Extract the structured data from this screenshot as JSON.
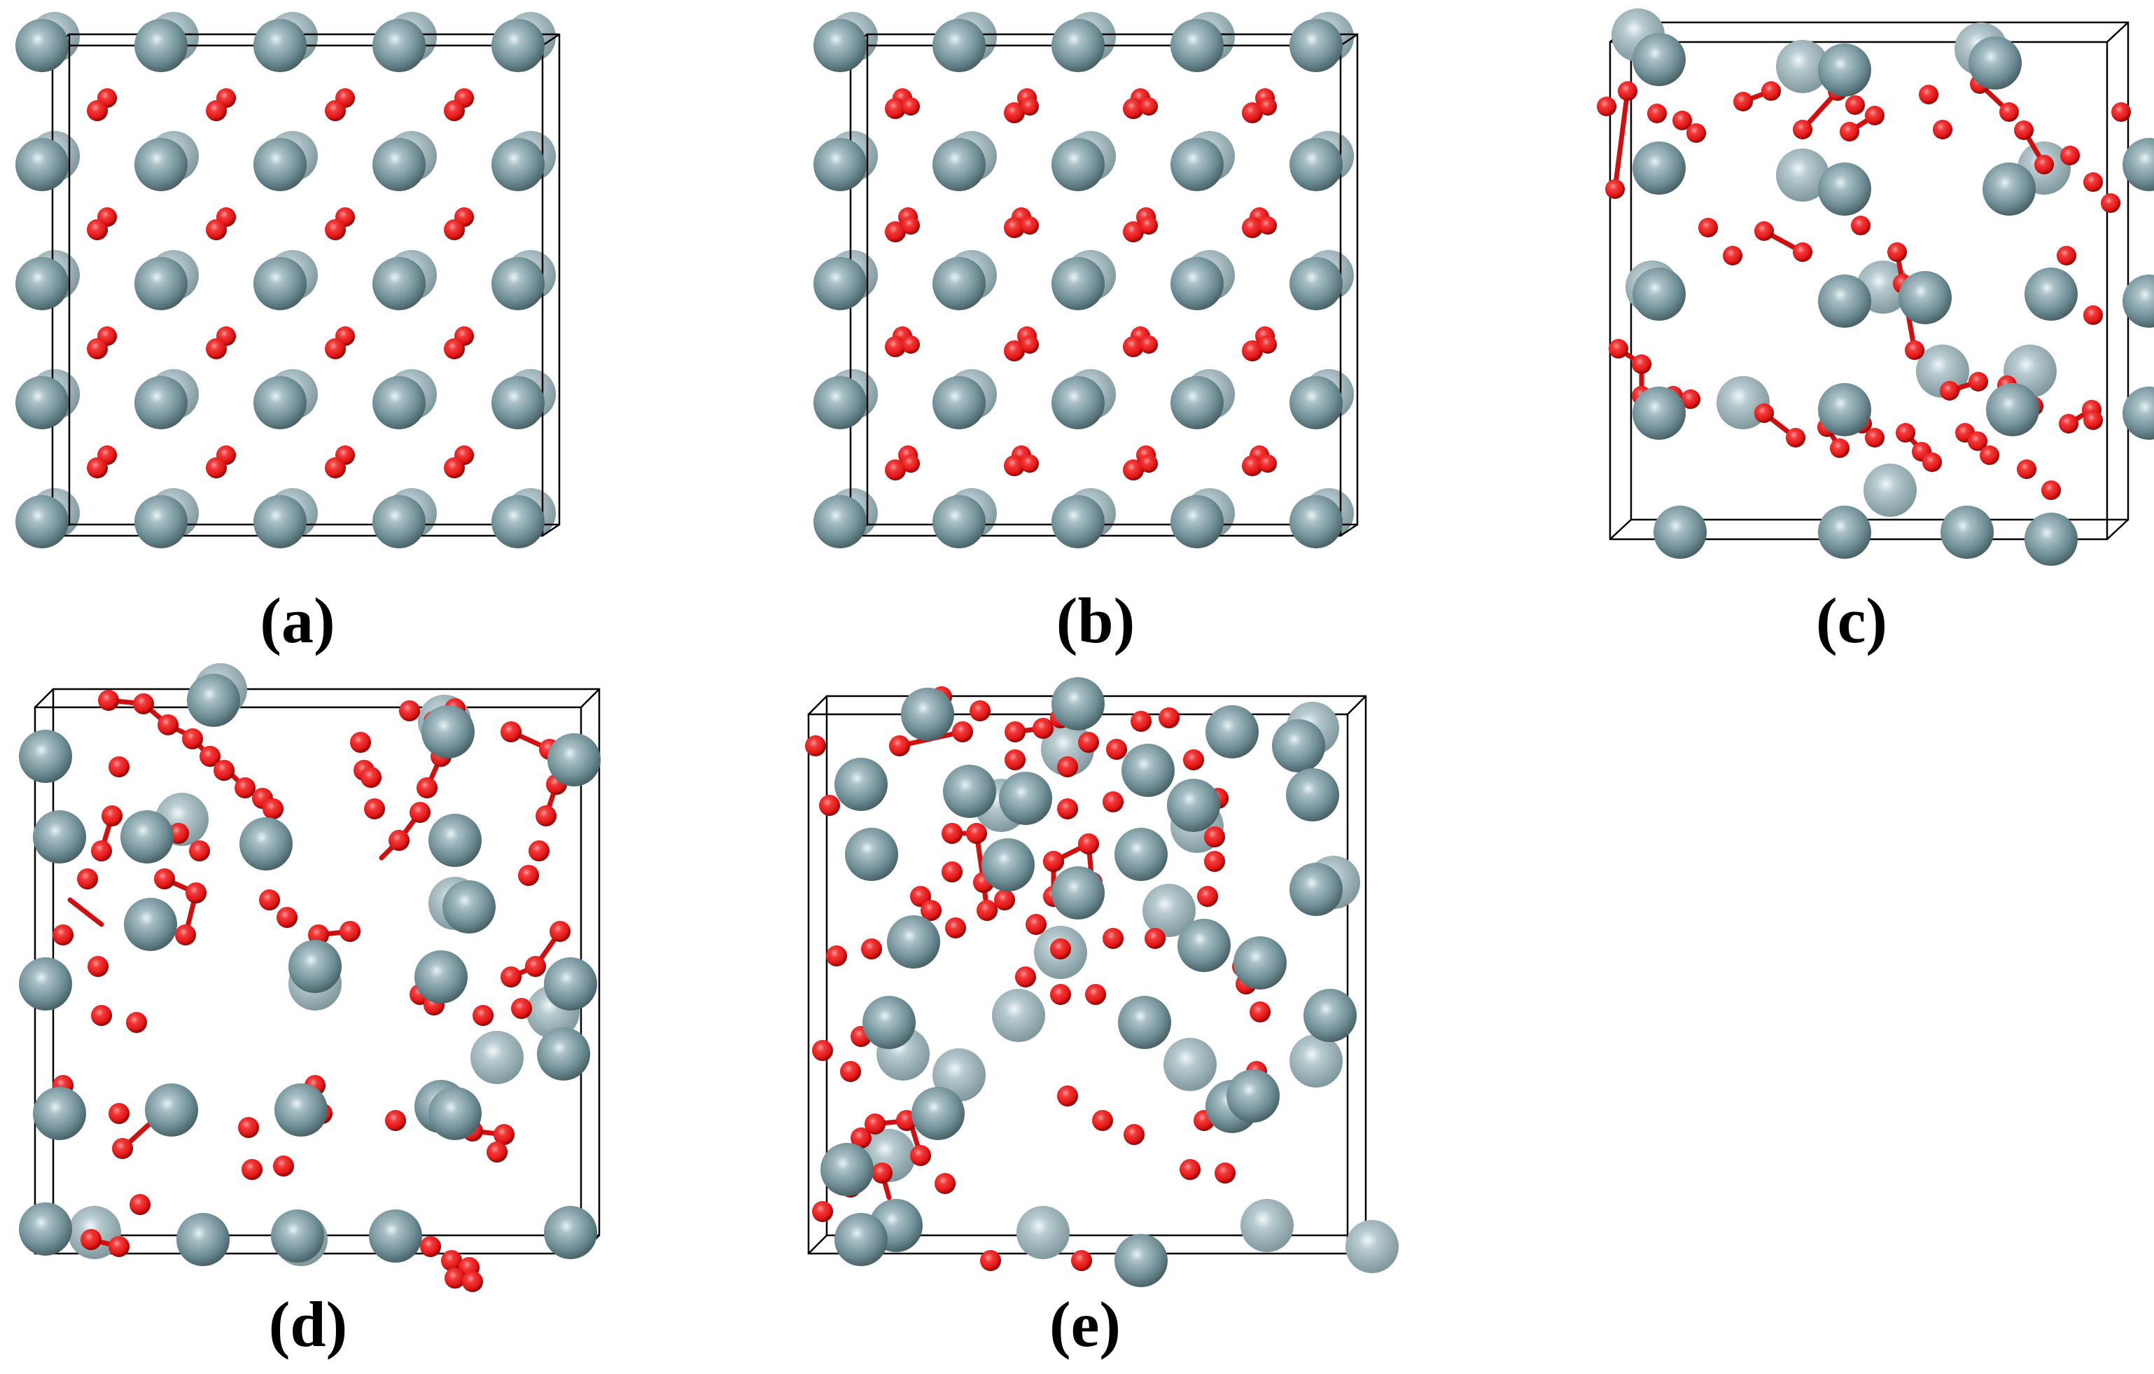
{
  "colors": {
    "titanium_atom": "#6f8e96",
    "titanium_highlight": "#e8f4f6",
    "oxygen_atom": "#e01515",
    "oxygen_highlight": "#ff9a9a",
    "bond": "#d01010",
    "cell_edge": "#000000",
    "label": "#000000"
  },
  "panels": [
    {
      "id": "a",
      "label": "(a)"
    },
    {
      "id": "b",
      "label": "(b)"
    },
    {
      "id": "c",
      "label": "(c)"
    },
    {
      "id": "d",
      "label": "(d)"
    },
    {
      "id": "e",
      "label": "(e)"
    }
  ]
}
